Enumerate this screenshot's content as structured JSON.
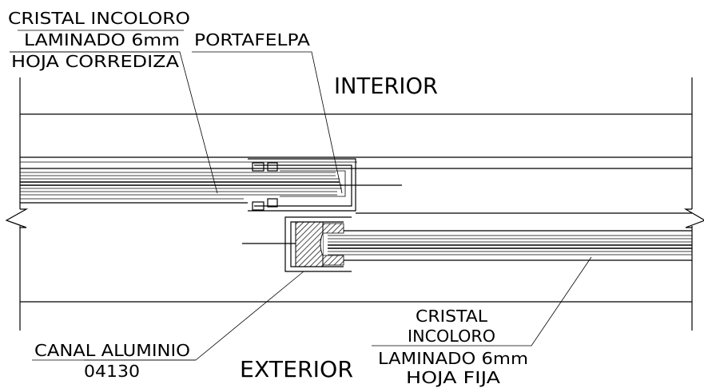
{
  "labels": {
    "interior": "INTERIOR",
    "exterior": "EXTERIOR",
    "sliding_glass": [
      "CRISTAL INCOLORO",
      "LAMINADO 6mm",
      "HOJA CORREDIZA"
    ],
    "portafelpa": "PORTAFELPA",
    "canal": [
      "CANAL ALUMINIO",
      "04130"
    ],
    "fixed_glass": [
      "CRISTAL",
      "INCOLORO",
      "LAMINADO 6mm",
      "HOJA FIJA"
    ]
  }
}
